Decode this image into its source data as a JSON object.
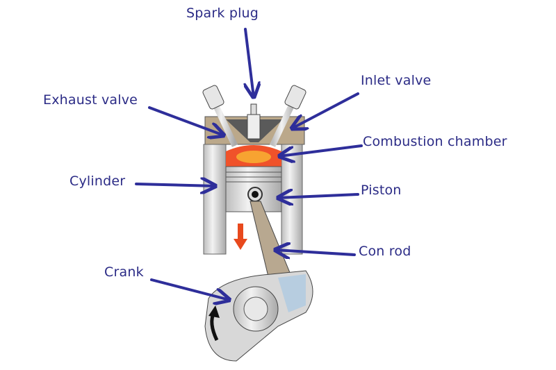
{
  "labels": {
    "spark_plug": "Spark plug",
    "exhaust_valve": "Exhaust valve",
    "inlet_valve": "Inlet valve",
    "combustion_chamber": "Combustion chamber",
    "cylinder": "Cylinder",
    "piston": "Piston",
    "con_rod": "Con rod",
    "crank": "Crank"
  },
  "colors": {
    "label_text": "#2b2b86",
    "arrow": "#2e2e9a",
    "combustion": "#f0522a",
    "flame": "#f7a331",
    "metal": "#d6d6d6",
    "head": "#bba88a",
    "motion_arrow": "#e8491d"
  }
}
